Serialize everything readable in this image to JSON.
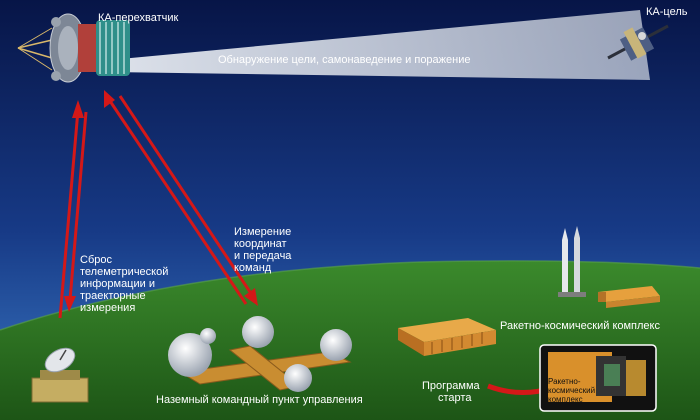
{
  "labels": {
    "interceptor": "КА-перехватчик",
    "target": "КА-цель",
    "beam": "Обнаружение цели, самонаведение и поражение",
    "telemetry": [
      "Сброс",
      "телеметрической",
      "информации и",
      "траекторные",
      "измерения"
    ],
    "command": [
      "Измерение",
      "координат",
      "и передача",
      "команд"
    ],
    "ground_station": "Наземный командный пункт управления",
    "launch_complex": "Ракетно-космический комплекс",
    "launch_program": [
      "Программа",
      "старта"
    ],
    "inset": [
      "Ракетно-",
      "космический",
      "комплекс"
    ]
  },
  "colors": {
    "sky_top": "#071547",
    "sky_bottom": "#2e65b4",
    "ground": "#2f7a24",
    "ground_dark": "#1c4f16",
    "arrow_red": "#d41818",
    "building_orange": "#d98a2a",
    "beam": "#e8ecf2"
  }
}
